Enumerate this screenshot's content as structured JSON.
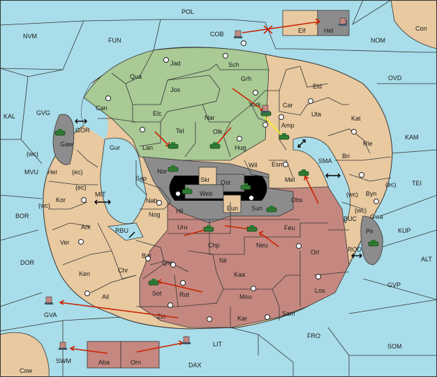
{
  "colors": {
    "sea": "#a9dde9",
    "land_neutral": "#e8c9a0",
    "land_green": "#a9c995",
    "land_red": "#c48880",
    "land_gray": "#8c8c8c",
    "impassable": "#000000",
    "arrow": "#cc2200",
    "unit_fleet_text": "#225522"
  },
  "seas": [
    "POL",
    "NVM",
    "FUN",
    "COB",
    "NOM",
    "Con",
    "OVD",
    "KAL",
    "GVG",
    "KAM",
    "MVU",
    "TEI",
    "BOR",
    "MIT",
    "KUP",
    "DOR",
    "ALT",
    "GVP",
    "GVA",
    "SWM",
    "LIT",
    "FRO",
    "SOM",
    "Cow",
    "DAX",
    "SMA",
    "RBU",
    "BUC",
    "ROD",
    "GOR"
  ],
  "coast_labels": [
    "(wc)",
    "(ec)",
    "(ec)",
    "(wc)",
    "(wc)",
    "(ec)",
    "(wc)"
  ],
  "provinces": {
    "green": [
      "Jad",
      "Sch",
      "Qua",
      "Jos",
      "Grh",
      "Can",
      "Elc",
      "Nar",
      "Tel",
      "Olk",
      "Lan",
      "Hug",
      "York",
      "Amp"
    ],
    "neutral": [
      "Eld",
      "Car",
      "Uta",
      "Kat",
      "Rie",
      "Bri",
      "Byn",
      "Gwa",
      "Gur",
      "Wil",
      "Esm",
      "Mel",
      "Her",
      "Kor",
      "Sap",
      "Nab",
      "Hil",
      "Nog",
      "Ark",
      "Ver",
      "Bar",
      "Ken",
      "Chr",
      "Ail",
      "Mou",
      "Gaw",
      "Pir"
    ],
    "red": [
      "Obs",
      "Uru",
      "Feu",
      "Chp",
      "Neu",
      "Qwi",
      "Nil",
      "Orl",
      "Kaa",
      "Sot",
      "Rot",
      "Los",
      "Zin",
      "Kar",
      "Sam",
      "Aba",
      "Orn"
    ],
    "gray": [
      "Nor",
      "Skr",
      "Ost",
      "Web",
      "Sun",
      "Eun"
    ],
    "offmap": [
      "Elf",
      "Hel"
    ]
  }
}
